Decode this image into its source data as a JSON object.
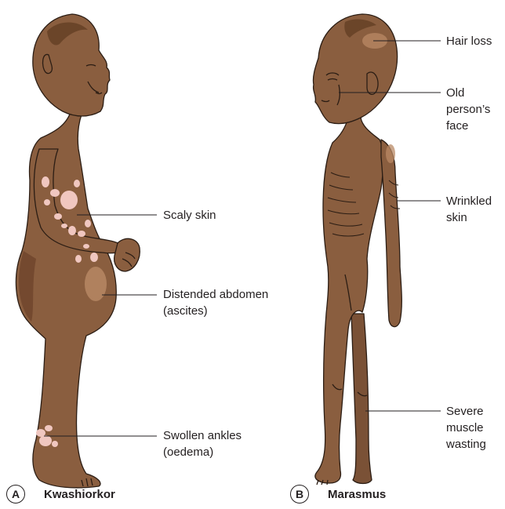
{
  "colors": {
    "skin": "#8a5e3f",
    "skin_dark": "#6b4529",
    "skin_light": "#b98a66",
    "outline": "#2b1d14",
    "scaly": "#f0c7c0",
    "leader": "#231f20"
  },
  "panel_a": {
    "letter": "A",
    "title": "Kwashiorkor",
    "labels": {
      "scaly_skin": "Scaly skin",
      "abdomen_1": "Distended abdomen",
      "abdomen_2": "(ascites)",
      "ankles_1": "Swollen ankles",
      "ankles_2": "(oedema)"
    }
  },
  "panel_b": {
    "letter": "B",
    "title": "Marasmus",
    "labels": {
      "hair_loss": "Hair loss",
      "face_1": "Old",
      "face_2": "person’s",
      "face_3": "face",
      "wrinkled_1": "Wrinkled",
      "wrinkled_2": "skin",
      "wasting_1": "Severe",
      "wasting_2": "muscle",
      "wasting_3": "wasting"
    }
  }
}
